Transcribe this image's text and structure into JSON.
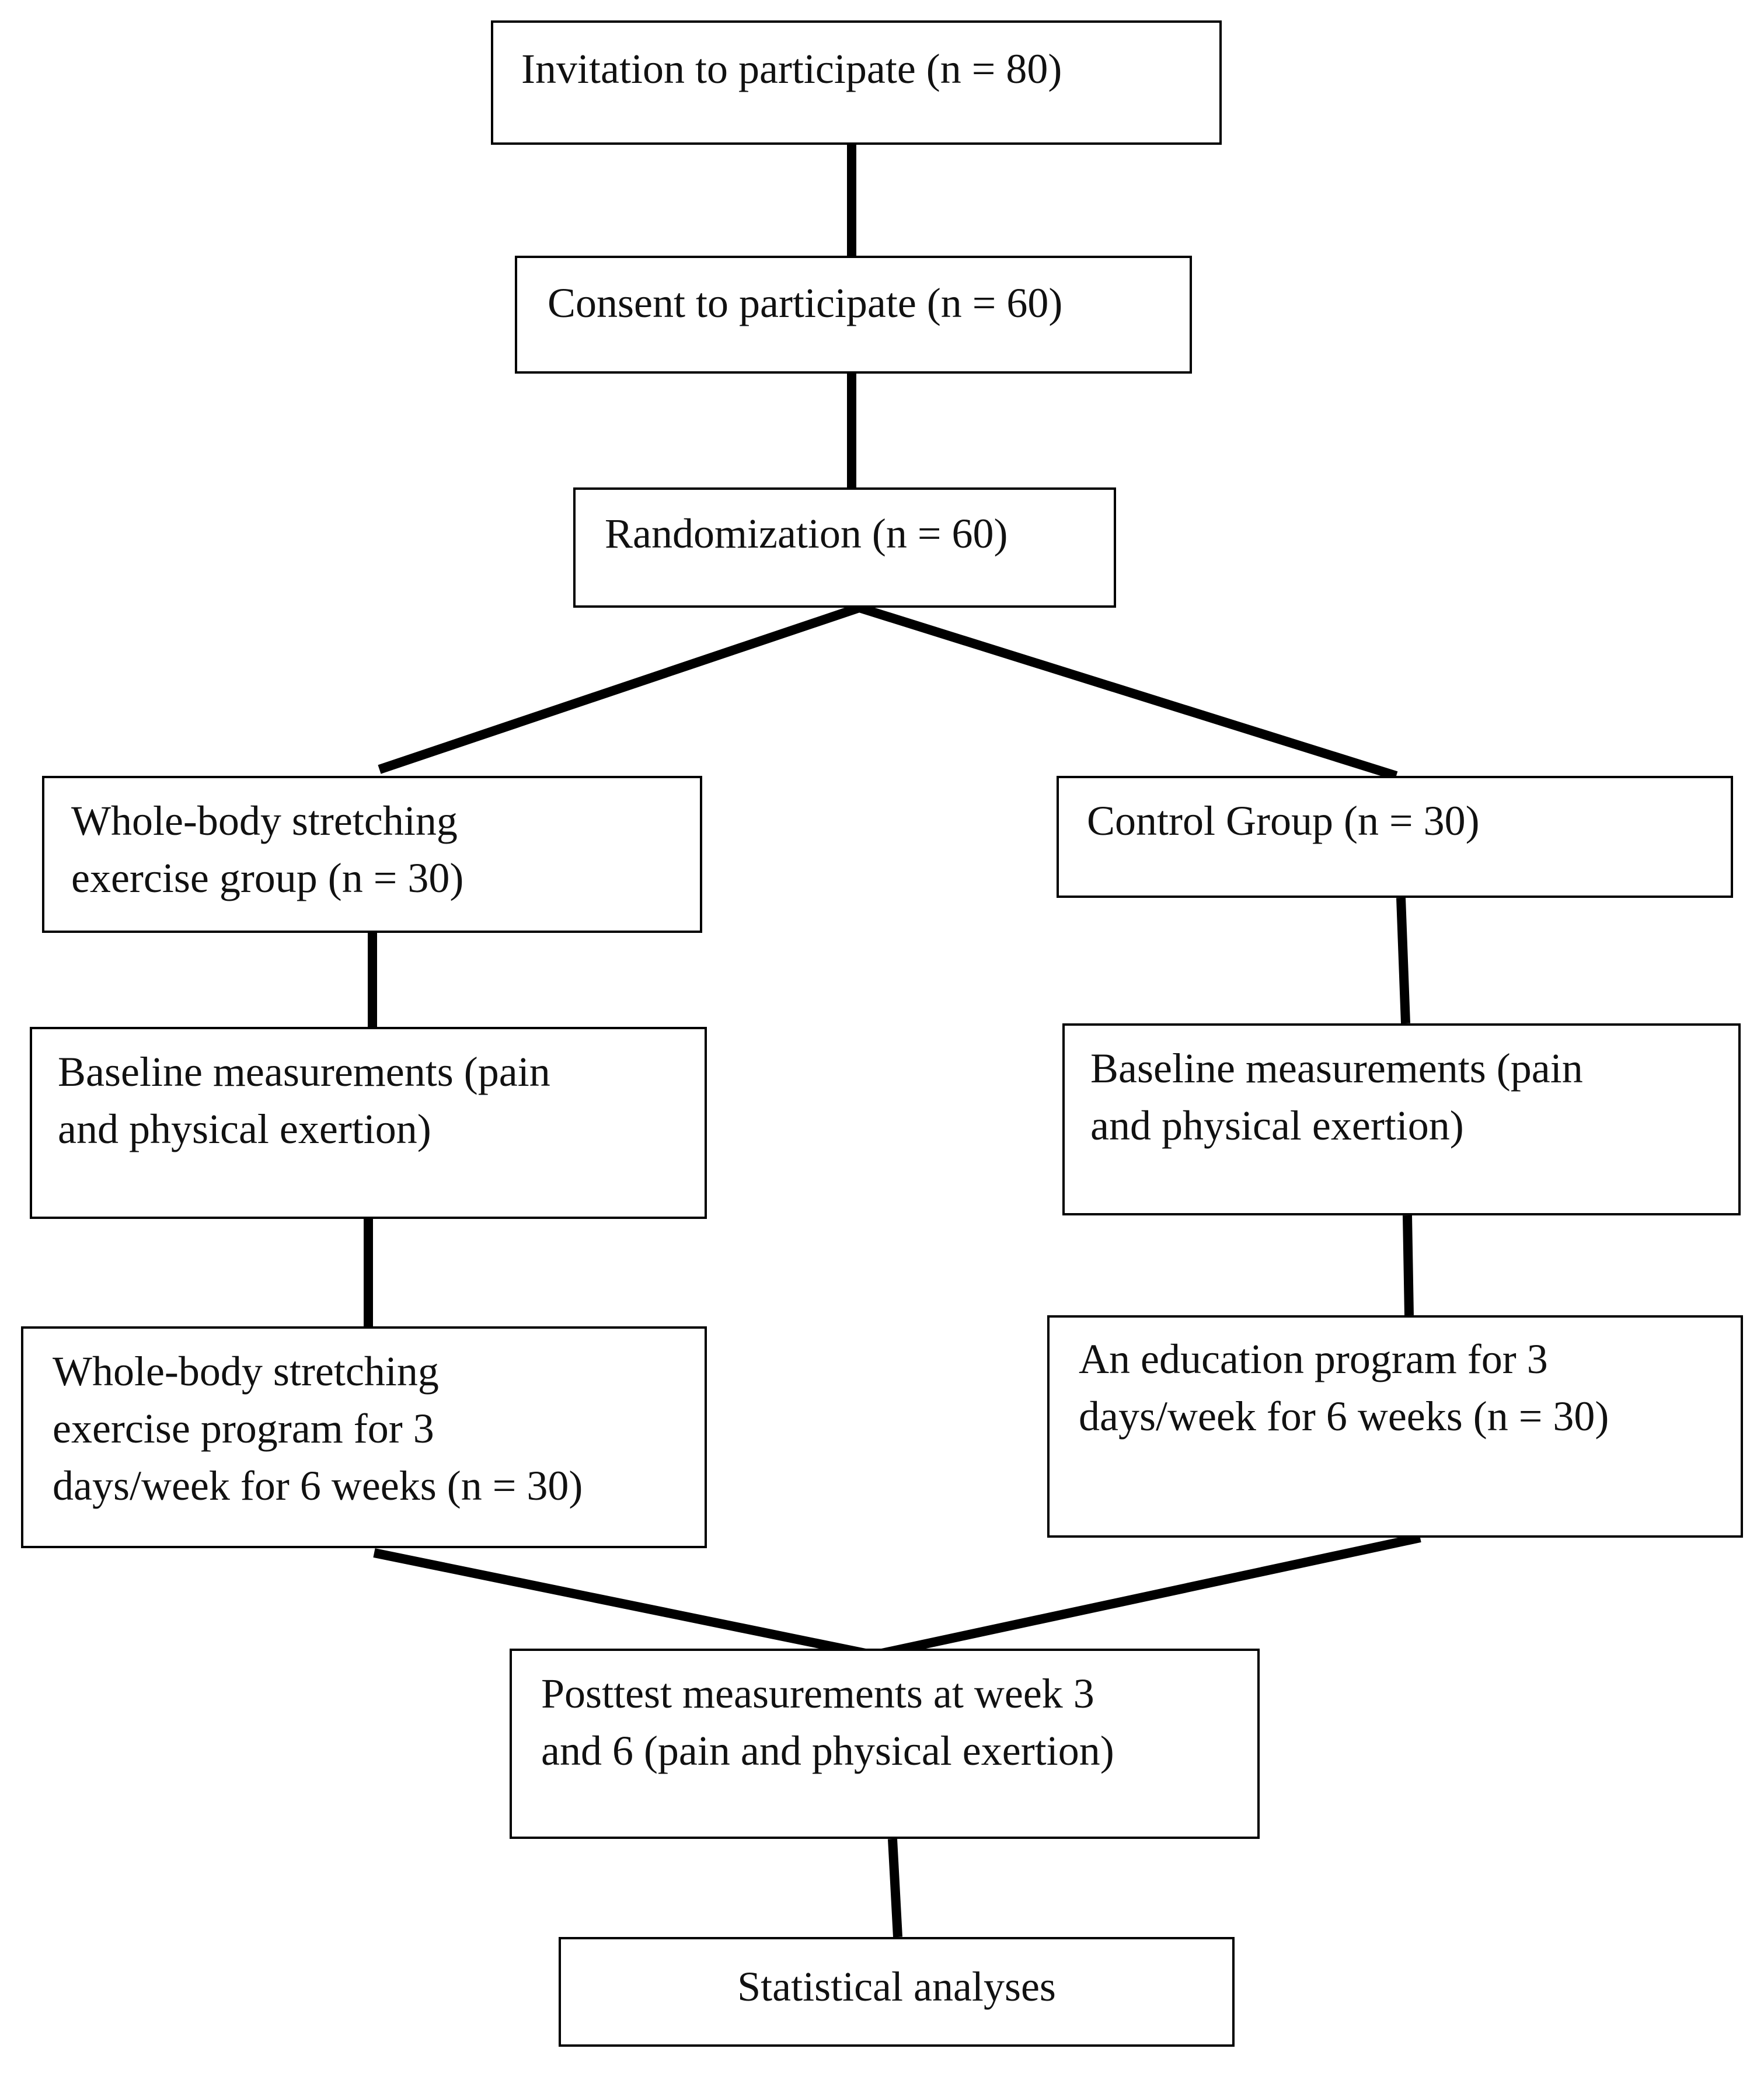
{
  "nodes": {
    "invitation": "Invitation to participate (n = 80)",
    "consent": "Consent to participate (n = 60)",
    "randomization": "Randomization (n = 60)",
    "stretching_group": "Whole-body stretching\nexercise group (n = 30)",
    "control_group": "Control Group (n = 30)",
    "baseline_left": "Baseline measurements (pain\nand physical exertion)",
    "baseline_right": "Baseline measurements (pain\nand physical exertion)",
    "stretching_program": "Whole-body stretching\nexercise program for 3\ndays/week for 6 weeks (n = 30)",
    "education_program": "An education program for 3\ndays/week for 6 weeks (n = 30)",
    "posttest": "Posttest measurements at week 3\nand 6 (pain and physical exertion)",
    "statistical_analyses": "Statistical analyses"
  },
  "colors": {
    "line": "#000000",
    "box_border": "#000000",
    "text": "#111111",
    "background": "#ffffff"
  }
}
